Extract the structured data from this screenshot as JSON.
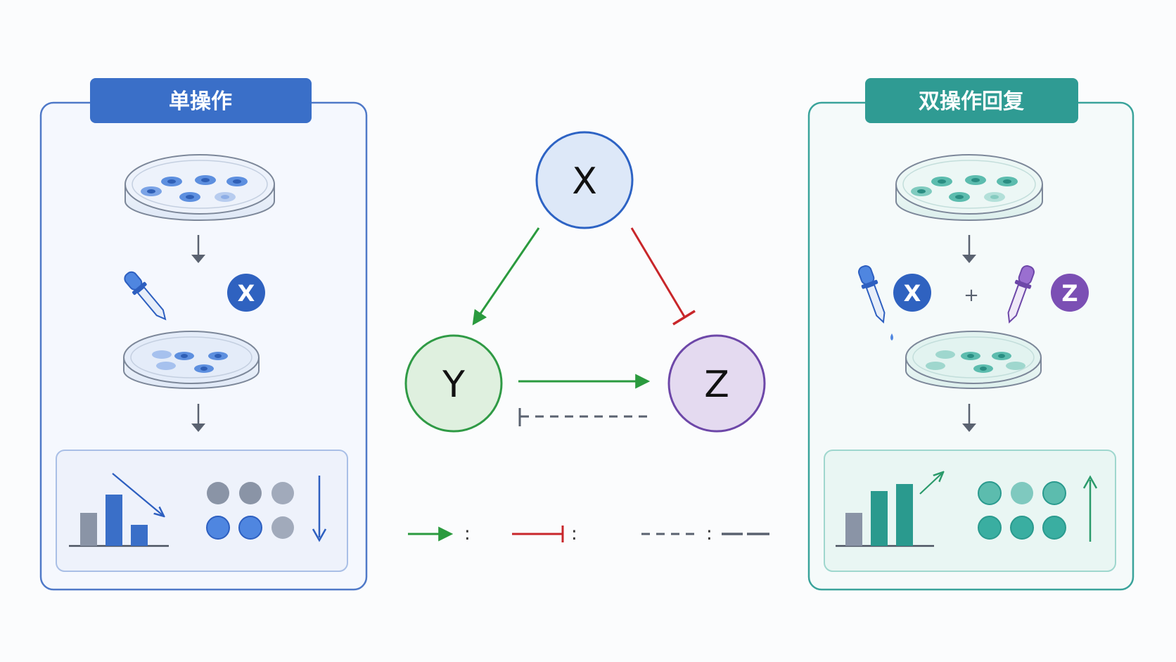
{
  "left_panel": {
    "title": "单操作",
    "reagent": "X",
    "colors": {
      "accent": "#3a6fc8",
      "border": "#4f79c8",
      "fill": "#f3f6fd",
      "cell": "#4f86e0"
    }
  },
  "right_panel": {
    "title": "双操作回复",
    "reagent_1": "X",
    "plus": "+",
    "reagent_2": "Z",
    "colors": {
      "accent": "#2f9b93",
      "border": "#3aa39b",
      "fill": "#f3f9f9",
      "cell": "#3aaea1",
      "reagent_2": "#7b4fb4"
    }
  },
  "network": {
    "nodes": [
      {
        "id": "X",
        "label": "X",
        "fill": "#dde8f8",
        "stroke": "#2d63c4"
      },
      {
        "id": "Y",
        "label": "Y",
        "fill": "#dff0df",
        "stroke": "#2f9a45"
      },
      {
        "id": "Z",
        "label": "Z",
        "fill": "#e4daf0",
        "stroke": "#6d47a8"
      }
    ],
    "edges": [
      {
        "from": "X",
        "to": "Y",
        "type": "activation",
        "color": "#2a9a3e"
      },
      {
        "from": "X",
        "to": "Z",
        "type": "inhibition",
        "color": "#c8262a"
      },
      {
        "from": "Y",
        "to": "Z",
        "type": "activation",
        "color": "#2a9a3e"
      },
      {
        "from": "Z",
        "to": "Y",
        "type": "inhibition-dashed",
        "color": "#5a6270"
      }
    ]
  },
  "legend": {
    "activation_sep": ":",
    "inhibition_sep": ":",
    "dashed_sep": ":",
    "colors": {
      "activation": "#2a9a3e",
      "inhibition": "#c8262a",
      "dashed": "#5a6270"
    }
  }
}
